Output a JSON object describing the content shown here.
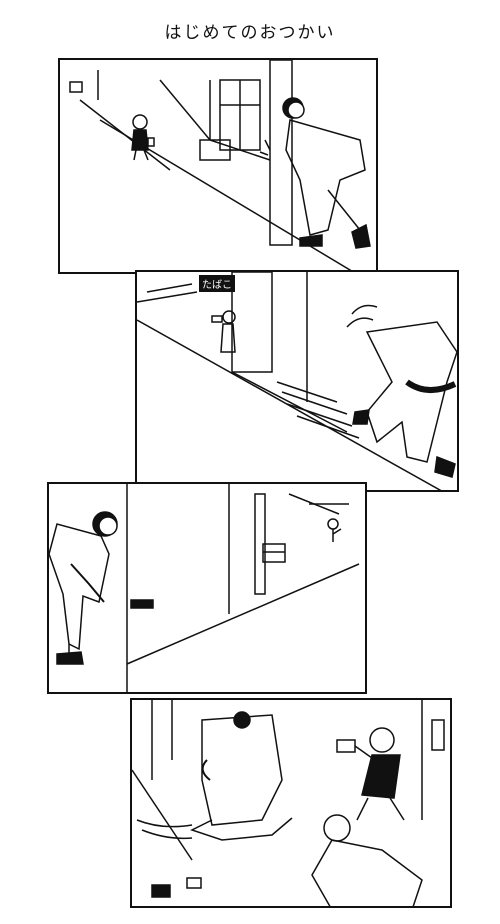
{
  "title": "はじめてのおつかい",
  "panels": [
    {
      "id": "panel-1"
    },
    {
      "id": "panel-2",
      "shop_sign": "たばこ"
    },
    {
      "id": "panel-3"
    },
    {
      "id": "panel-4"
    }
  ]
}
